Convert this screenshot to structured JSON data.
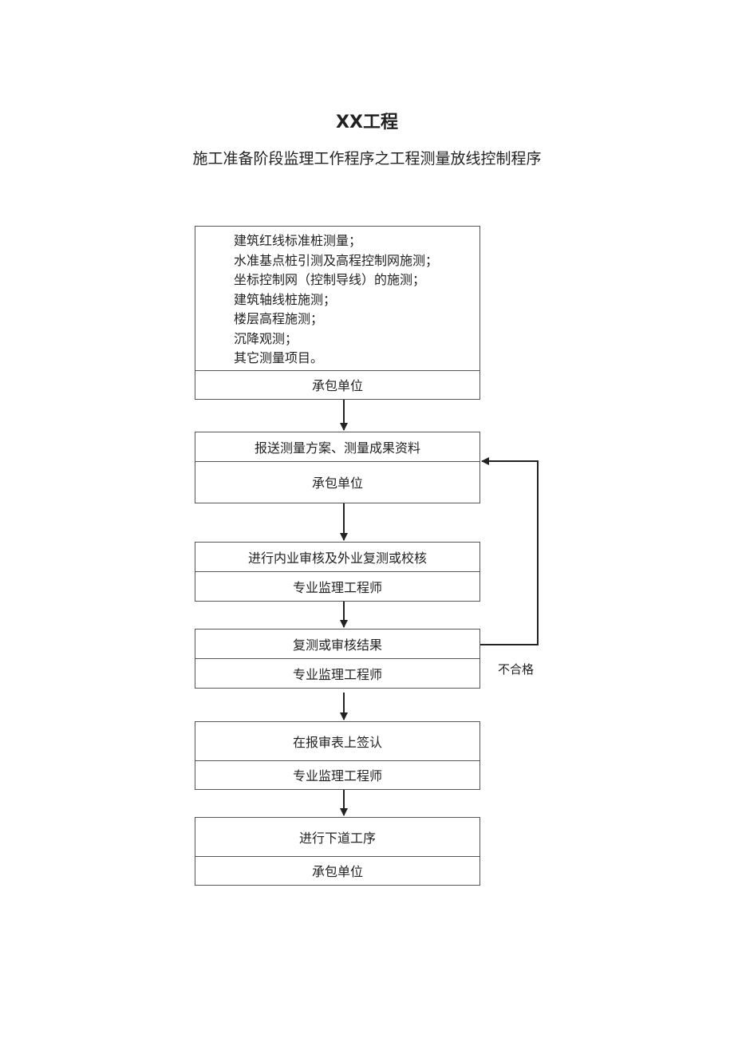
{
  "title": "XX工程",
  "subtitle": "施工准备阶段监理工作程序之工程测量放线控制程序",
  "box1": {
    "items": [
      "建筑红线标准桩测量；",
      "水准基点桩引测及高程控制网施测；",
      "坐标控制网（控制导线）的施测；",
      "建筑轴线桩施测；",
      "楼层高程施测；",
      "沉降观测；",
      "其它测量项目。"
    ],
    "role": "承包单位"
  },
  "box2": {
    "task": "报送测量方案、测量成果资料",
    "role": "承包单位"
  },
  "box3": {
    "task": "进行内业审核及外业复测或校核",
    "role": "专业监理工程师"
  },
  "box4": {
    "task": "复测或审核结果",
    "role": "专业监理工程师"
  },
  "box5": {
    "task": "在报审表上签认",
    "role": "专业监理工程师"
  },
  "box6": {
    "task": "进行下道工序",
    "role": "承包单位"
  },
  "loop_label": "不合格"
}
